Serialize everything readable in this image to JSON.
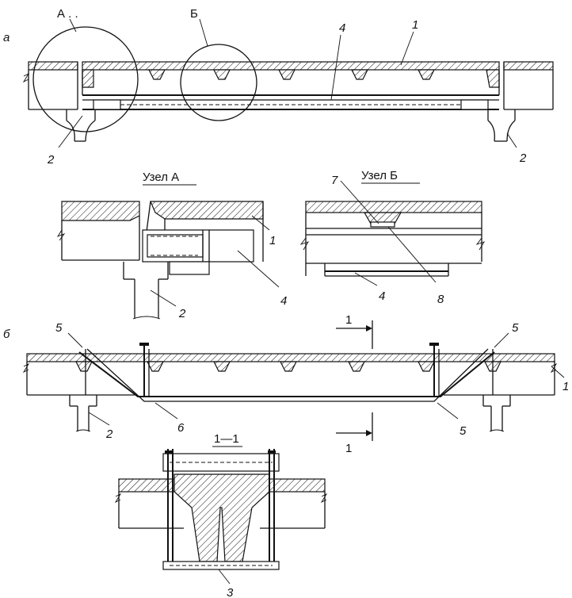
{
  "labels": {
    "part_a": "а",
    "part_b": "б",
    "node_a_marker": "А . .",
    "node_b_marker": "Б",
    "node_a_title": "Узел А",
    "node_b_title": "Узел Б",
    "section_title": "1—1",
    "section_mark": "1"
  },
  "callouts": {
    "c1": "1",
    "c2": "2",
    "c3": "3",
    "c4": "4",
    "c5": "5",
    "c6": "6",
    "c7": "7",
    "c8": "8"
  }
}
